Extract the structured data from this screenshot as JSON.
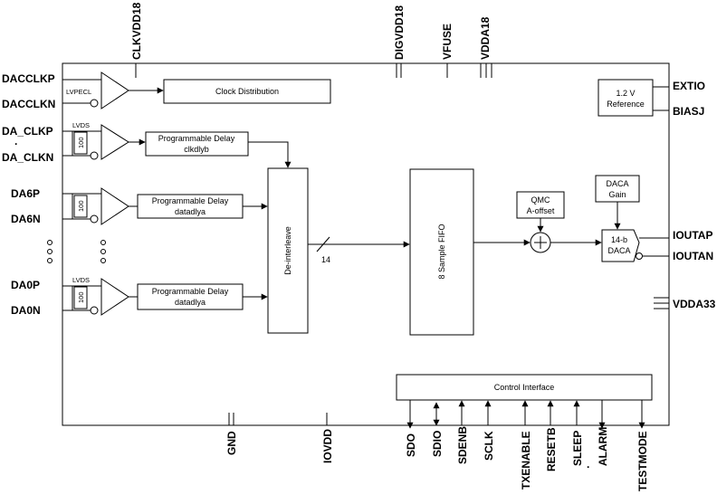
{
  "pins": {
    "left": {
      "dacclkp": "DACCLKP",
      "dacclkn": "DACCLKN",
      "da_clkp": "DA_CLKP",
      "da_clkn": "DA_CLKN",
      "da6p": "DA6P",
      "da6n": "DA6N",
      "da0p": "DA0P",
      "da0n": "DA0N"
    },
    "right": {
      "extio": "EXTIO",
      "biasj": "BIASJ",
      "ioutap": "IOUTAP",
      "ioutan": "IOUTAN",
      "vdda33": "VDDA33"
    },
    "top": {
      "clkvdd18": "CLKVDD18",
      "digvdd18": "DIGVDD18",
      "vfuse": "VFUSE",
      "vdda18": "VDDA18"
    },
    "bottom": {
      "gnd": "GND",
      "iovdd": "IOVDD",
      "sdo": "SDO",
      "sdio": "SDIO",
      "sdenb": "SDENB",
      "sclk": "SCLK",
      "txenable": "TXENABLE",
      "resetb": "RESETB",
      "sleep": "SLEEP",
      "alarm": "ALARM",
      "testmode": "TESTMODE"
    }
  },
  "blocks": {
    "clock_distribution": "Clock Distribution",
    "reference_line1": "1.2 V",
    "reference_line2": "Reference",
    "prog_delay_clk_line1": "Programmable Delay",
    "prog_delay_clk_line2": "clkdlyb",
    "prog_delay_da6_line1": "Programmable Delay",
    "prog_delay_da6_line2": "datadlya",
    "prog_delay_da0_line1": "Programmable Delay",
    "prog_delay_da0_line2": "datadlya",
    "deinterleave": "De-interleave",
    "fifo": "8 Sample FIFO",
    "qmc_line1": "QMC",
    "qmc_line2": "A-offset",
    "gain_line1": "DACA",
    "gain_line2": "Gain",
    "dac_line1": "14-b",
    "dac_line2": "DACA",
    "control_interface": "Control Interface"
  },
  "labels": {
    "lvpecl": "LVPECL",
    "lvds_clk": "LVDS",
    "lvds_da0": "LVDS",
    "term_clk": "100",
    "term_da6": "100",
    "term_da0": "100",
    "bus_width": "14"
  }
}
